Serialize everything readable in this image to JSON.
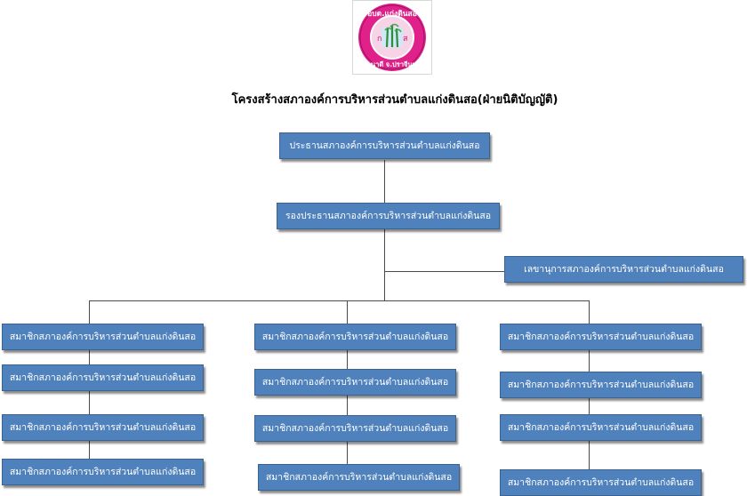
{
  "logo": {
    "top_text": "อบต.แก่งดินสอ",
    "bottom_text": "อ.นาดี  จ.ปราจีนบุรี",
    "colors": {
      "ring": "#e0218a",
      "inner": "#f6d3e6",
      "plant": "#2e8b3a"
    }
  },
  "title": "โครงสร้างสภาองค์การบริหารส่วนตำบลแก่งดินสอ(ฝ่ายนิติบัญญัติ)",
  "chairman": "ประธานสภาองค์การบริหารส่วนตำบลแก่งดินสอ",
  "vice_chairman": "รองประธานสภาองค์การบริหารส่วนตำบลแก่งดินสอ",
  "secretary": "เลขานุการสภาองค์การบริหารส่วนตำบลแก่งดินสอ",
  "members": {
    "left": [
      "สมาชิกสภาองค์การบริหารส่วนตำบลแก่งดินสอ",
      "สมาชิกสภาองค์การบริหารส่วนตำบลแก่งดินสอ",
      "สมาชิกสภาองค์การบริหารส่วนตำบลแก่งดินสอ",
      "สมาชิกสภาองค์การบริหารส่วนตำบลแก่งดินสอ"
    ],
    "center": [
      "สมาชิกสภาองค์การบริหารส่วนตำบลแก่งดินสอ",
      "สมาชิกสภาองค์การบริหารส่วนตำบลแก่งดินสอ",
      "สมาชิกสภาองค์การบริหารส่วนตำบลแก่งดินสอ",
      "สมาชิกสภาองค์การบริหารส่วนตำบลแก่งดินสอ"
    ],
    "right": [
      "สมาชิกสภาองค์การบริหารส่วนตำบลแก่งดินสอ",
      "สมาชิกสภาองค์การบริหารส่วนตำบลแก่งดินสอ",
      "สมาชิกสภาองค์การบริหารส่วนตำบลแก่งดินสอ",
      "สมาชิกสภาองค์การบริหารส่วนตำบลแก่งดินสอ"
    ]
  },
  "colors": {
    "box_fill": "#4f81bd",
    "box_text": "#ffffff",
    "connector": "#4a4a4a"
  }
}
